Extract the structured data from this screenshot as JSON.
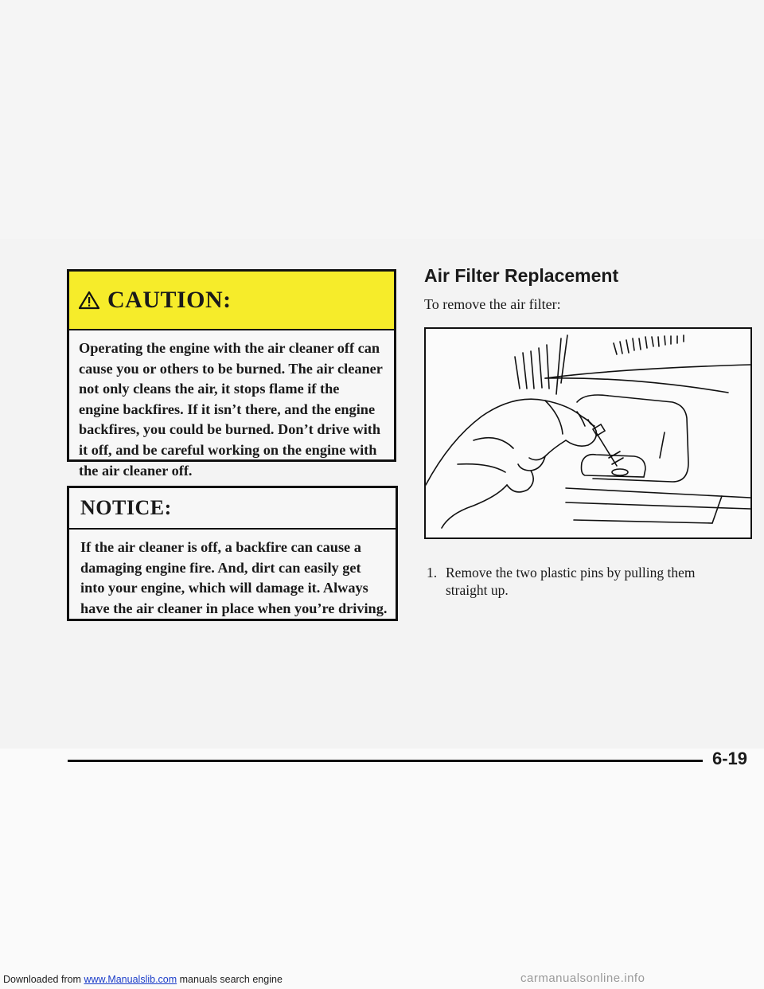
{
  "caution": {
    "title": "CAUTION:",
    "text": "Operating the engine with the air cleaner off can cause you or others to be burned. The air cleaner not only cleans the air, it stops flame if the engine backfires. If it isn’t there, and the engine backfires, you could be burned. Don’t drive with it off, and be careful working on the engine with the air cleaner off.",
    "color": "#f6ec2a",
    "icon": "warning-triangle-icon"
  },
  "notice": {
    "title": "NOTICE:",
    "text": "If the air cleaner is off, a backfire can cause a damaging engine fire. And, dirt can easily get into your engine, which will damage it. Always have the air cleaner in place when you’re driving."
  },
  "section": {
    "title": "Air Filter Replacement",
    "intro": "To remove the air filter:"
  },
  "steps": [
    {
      "number": "1.",
      "text": "Remove the two plastic pins by pulling them straight up."
    }
  ],
  "page_number": "6-19",
  "footer": {
    "prefix": "Downloaded from ",
    "link_text": "www.Manualslib.com",
    "suffix": " manuals search engine",
    "link_color": "#1a3cc8"
  },
  "watermark": "carmanualsonline.info"
}
